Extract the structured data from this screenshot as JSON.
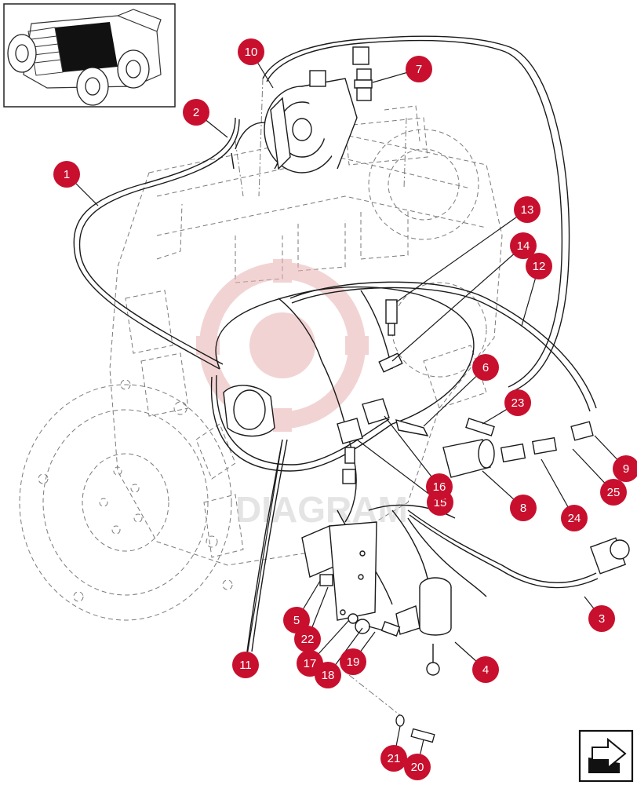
{
  "diagram": {
    "type": "exploded-parts-diagram",
    "subject": "engine electrical wiring harness",
    "callouts": [
      {
        "label": "1"
      },
      {
        "label": "2"
      },
      {
        "label": "3"
      },
      {
        "label": "4"
      },
      {
        "label": "5"
      },
      {
        "label": "6"
      },
      {
        "label": "7"
      },
      {
        "label": "8"
      },
      {
        "label": "9"
      },
      {
        "label": "10"
      },
      {
        "label": "11"
      },
      {
        "label": "12"
      },
      {
        "label": "13"
      },
      {
        "label": "14"
      },
      {
        "label": "15"
      },
      {
        "label": "16"
      },
      {
        "label": "17"
      },
      {
        "label": "18"
      },
      {
        "label": "19"
      },
      {
        "label": "20"
      },
      {
        "label": "21"
      },
      {
        "label": "22"
      },
      {
        "label": "23"
      },
      {
        "label": "24"
      },
      {
        "label": "25"
      }
    ],
    "watermark": "DIAGRAM",
    "nav_icon": "next-page-arrow-icon",
    "colors": {
      "callout_fill": "#c8102e",
      "callout_text": "#ffffff",
      "line": "#1a1a1a",
      "ghost": "#7a7a7a",
      "watermark": "#e8b0b0"
    }
  }
}
